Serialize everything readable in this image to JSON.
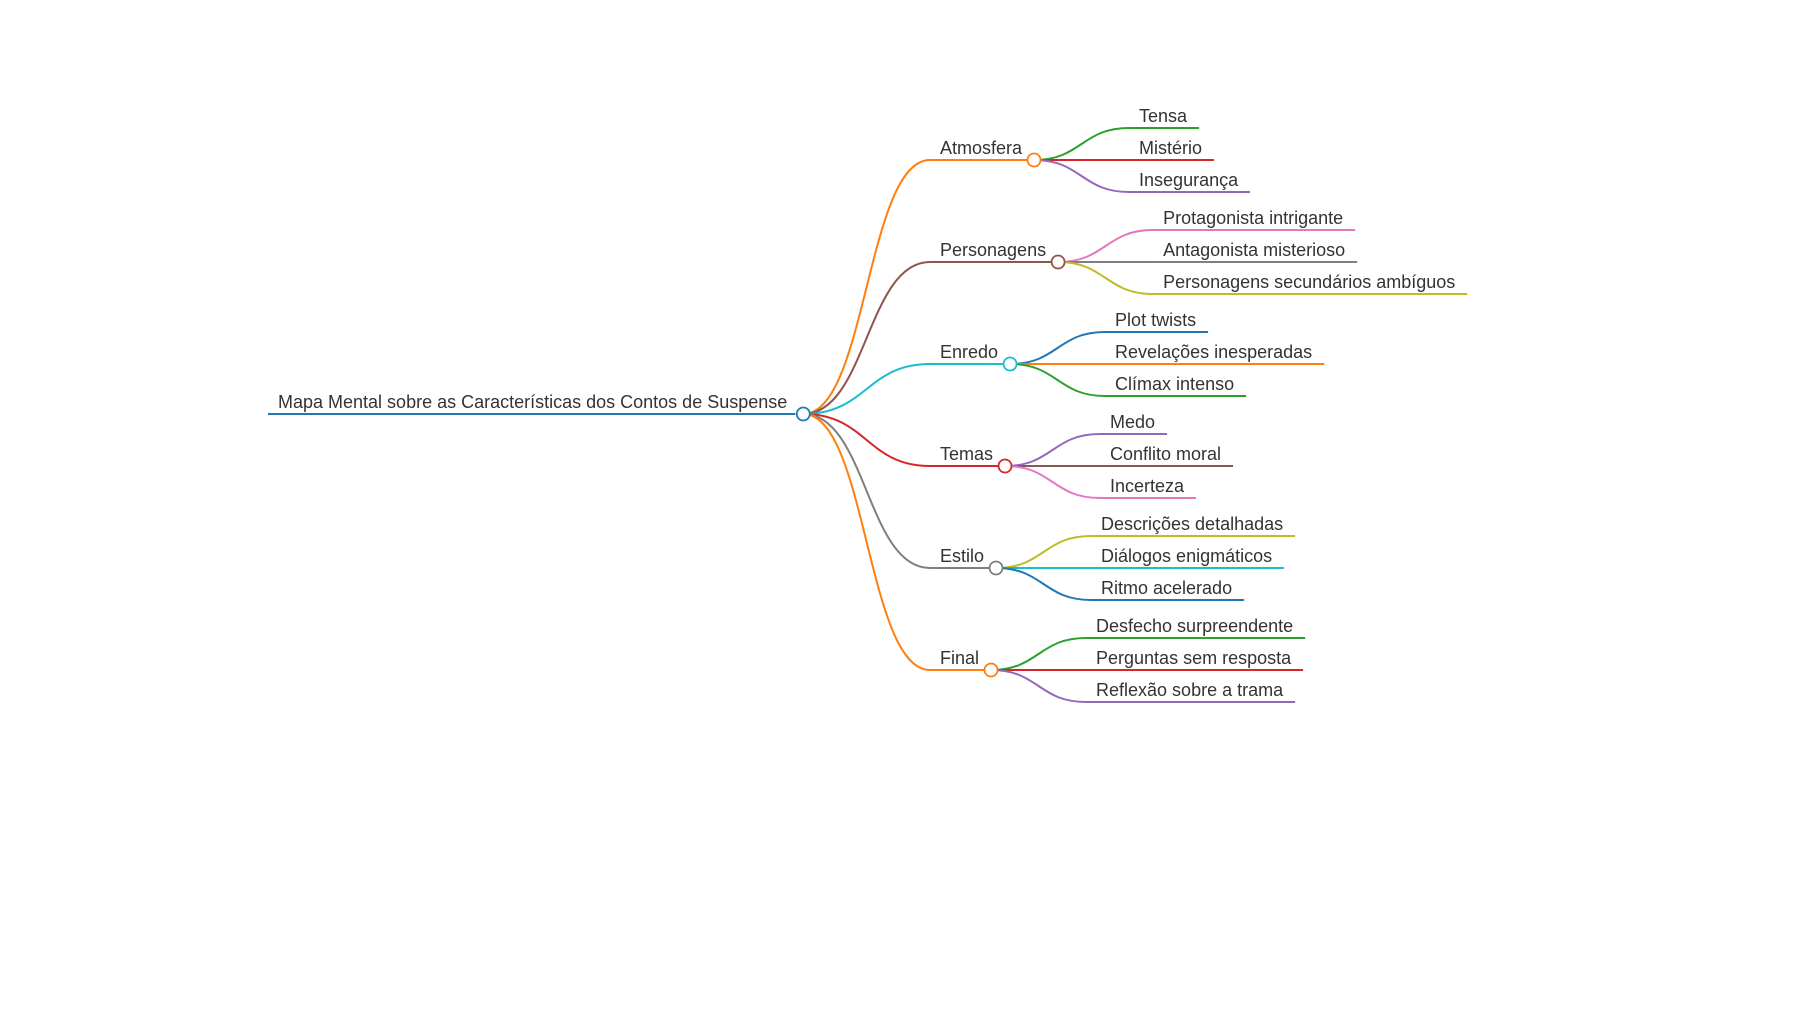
{
  "mindmap": {
    "root": {
      "label": "Mapa Mental sobre as Características dos Contos de Suspense",
      "color": "#1f77b4"
    },
    "branches": [
      {
        "label": "Atmosfera",
        "color": "#ff7f0e",
        "children": [
          {
            "label": "Tensa",
            "color": "#2ca02c"
          },
          {
            "label": "Mistério",
            "color": "#d62728"
          },
          {
            "label": "Insegurança",
            "color": "#9467bd"
          }
        ]
      },
      {
        "label": "Personagens",
        "color": "#8c564b",
        "children": [
          {
            "label": "Protagonista intrigante",
            "color": "#e377c2"
          },
          {
            "label": "Antagonista misterioso",
            "color": "#7f7f7f"
          },
          {
            "label": "Personagens secundários ambíguos",
            "color": "#bcbd22"
          }
        ]
      },
      {
        "label": "Enredo",
        "color": "#17becf",
        "children": [
          {
            "label": "Plot twists",
            "color": "#1f77b4"
          },
          {
            "label": "Revelações inesperadas",
            "color": "#ff7f0e"
          },
          {
            "label": "Clímax intenso",
            "color": "#2ca02c"
          }
        ]
      },
      {
        "label": "Temas",
        "color": "#d62728",
        "children": [
          {
            "label": "Medo",
            "color": "#9467bd"
          },
          {
            "label": "Conflito moral",
            "color": "#8c564b"
          },
          {
            "label": "Incerteza",
            "color": "#e377c2"
          }
        ]
      },
      {
        "label": "Estilo",
        "color": "#7f7f7f",
        "children": [
          {
            "label": "Descrições detalhadas",
            "color": "#bcbd22"
          },
          {
            "label": "Diálogos enigmáticos",
            "color": "#17becf"
          },
          {
            "label": "Ritmo acelerado",
            "color": "#1f77b4"
          }
        ]
      },
      {
        "label": "Final",
        "color": "#ff7f0e",
        "children": [
          {
            "label": "Desfecho surpreendente",
            "color": "#2ca02c"
          },
          {
            "label": "Perguntas sem resposta",
            "color": "#d62728"
          },
          {
            "label": "Reflexão sobre a trama",
            "color": "#9467bd"
          }
        ]
      }
    ]
  }
}
